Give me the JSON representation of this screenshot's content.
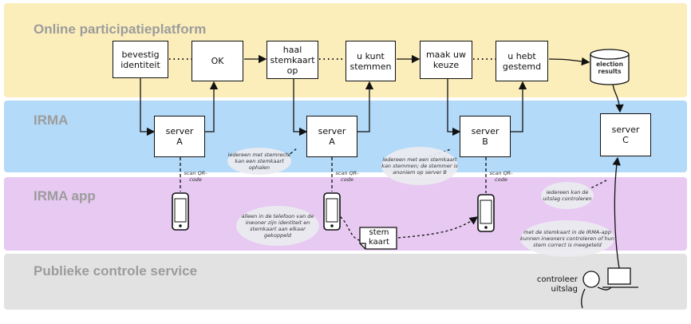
{
  "lanes": {
    "platform": "Online participatieplatform",
    "irma": "IRMA",
    "app": "IRMA app",
    "public": "Publieke controle service"
  },
  "colors": {
    "platform": "#fbeebb",
    "irma": "#b3daf8",
    "app": "#e7c9f2",
    "public": "#e2e2e2"
  },
  "steps": [
    "bevestig identiteit",
    "OK",
    "haal stemkaart op",
    "u kunt stemmen",
    "maak uw keuze",
    "u hebt gestemd"
  ],
  "results": "election results",
  "servers": {
    "a1": "server A",
    "a2": "server A",
    "b": "server B",
    "c": "server C"
  },
  "scan": "scan QR-code",
  "notes": {
    "stemrecht": "iedereen met stemrecht kan een stemkaart ophalen",
    "anoniem": "iedereen met een stemkaart kan stemmen; de stemmer is anoniem op server B",
    "controleren": "iedereen kan de uitslag controleren",
    "telefoon": "alleen in de telefoon van de inwoner zijn identiteit en stemkaart aan elkaar gekoppeld",
    "meegeteld": "met de stemkaart in de IRMA-app kunnen inwoners controleren of hun stem correct is meegeteld"
  },
  "stemkaart": "stem kaart",
  "controleer": "controleer uitslag"
}
